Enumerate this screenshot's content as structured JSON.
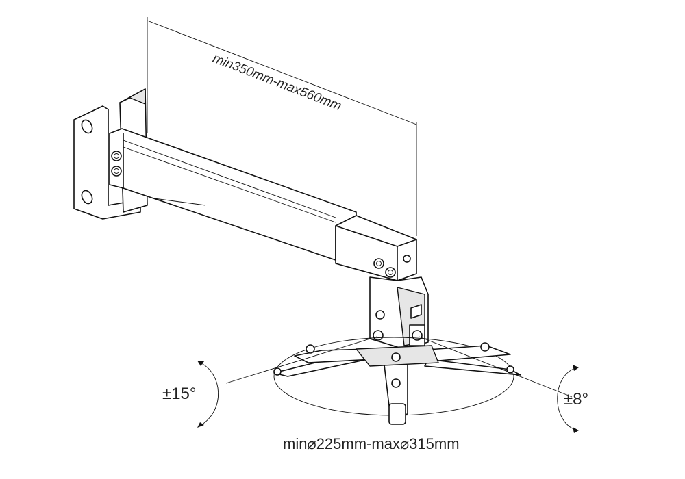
{
  "dimensions": {
    "arm_length": "min350mm-max560mm",
    "tilt_angle": "±15°",
    "swivel_angle": "±8°",
    "plate_diameter": "min⌀225mm-max⌀315mm"
  }
}
